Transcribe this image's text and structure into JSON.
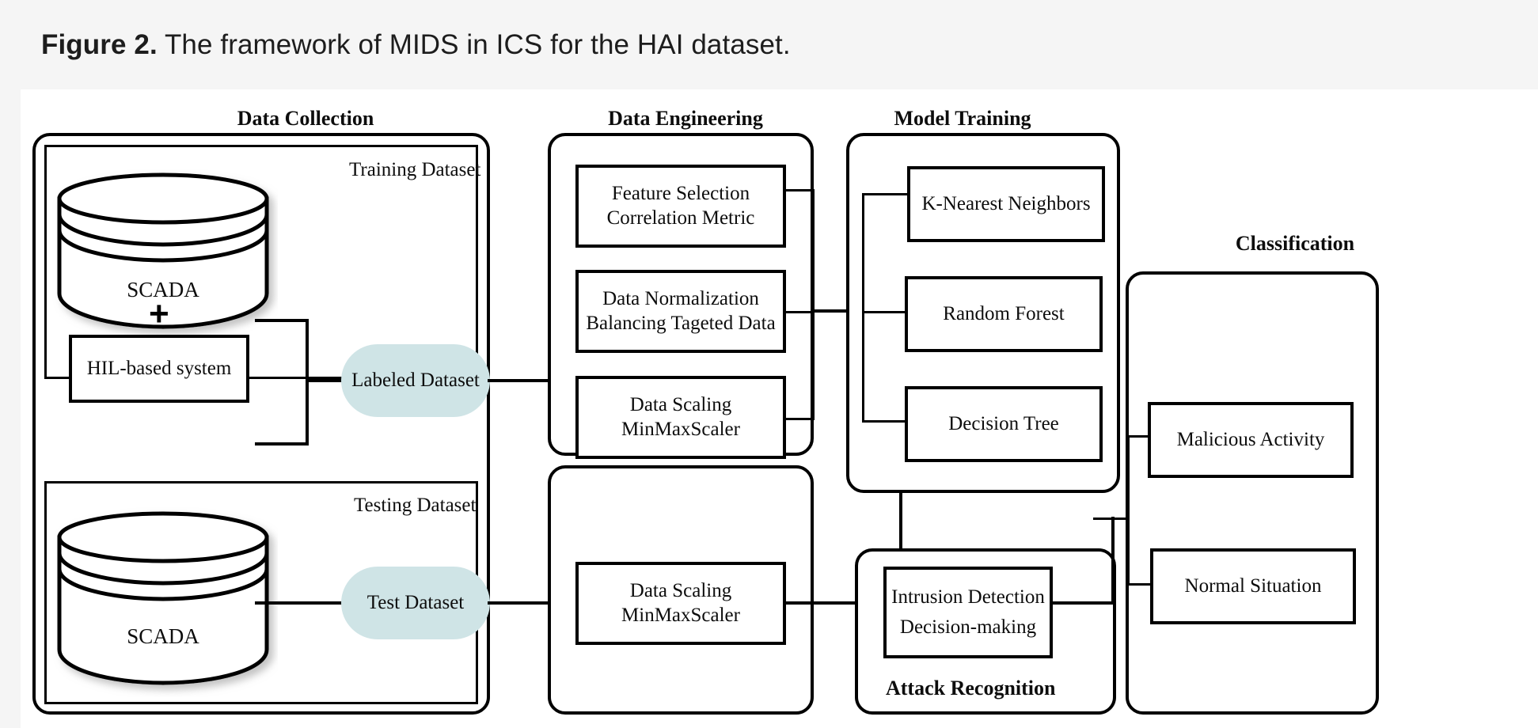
{
  "caption": {
    "bold": "Figure 2.",
    "rest": " The framework of MIDS in ICS for the HAI dataset."
  },
  "colors": {
    "page_background": "#f5f5f5",
    "figure_background": "#ffffff",
    "stroke": "#000000",
    "pill_fill": "#cfe4e6",
    "text": "#0d0d0d"
  },
  "column_titles": {
    "data_collection": "Data Collection",
    "data_engineering": "Data Engineering",
    "model_training": "Model Training",
    "classification": "Classification"
  },
  "data_collection": {
    "training": {
      "label": "Training Dataset",
      "source_label": "SCADA",
      "plus": "+",
      "secondary_source": "HIL-based system",
      "output_pill": "Labeled Dataset"
    },
    "testing": {
      "label": "Testing Dataset",
      "source_label": "SCADA",
      "output_pill": "Test Dataset"
    }
  },
  "data_engineering": {
    "boxes": [
      {
        "line1": "Feature Selection",
        "line2": "Correlation Metric"
      },
      {
        "line1": "Data Normalization",
        "line2": "Balancing Tageted Data"
      },
      {
        "line1": "Data Scaling",
        "line2": "MinMaxScaler"
      }
    ],
    "test_box": {
      "line1": "Data Scaling",
      "line2": "MinMaxScaler"
    }
  },
  "model_training": {
    "boxes": [
      {
        "line1": "K-Nearest Neighbors"
      },
      {
        "line1": "Random Forest"
      },
      {
        "line1": "Decision Tree"
      }
    ]
  },
  "attack_recognition": {
    "panel_label": "Attack Recognition",
    "box": {
      "line1": "Intrusion Detection",
      "line2": "Decision-making"
    }
  },
  "classification": {
    "boxes": [
      {
        "line1": "Malicious Activity"
      },
      {
        "line1": "Normal Situation"
      }
    ]
  }
}
